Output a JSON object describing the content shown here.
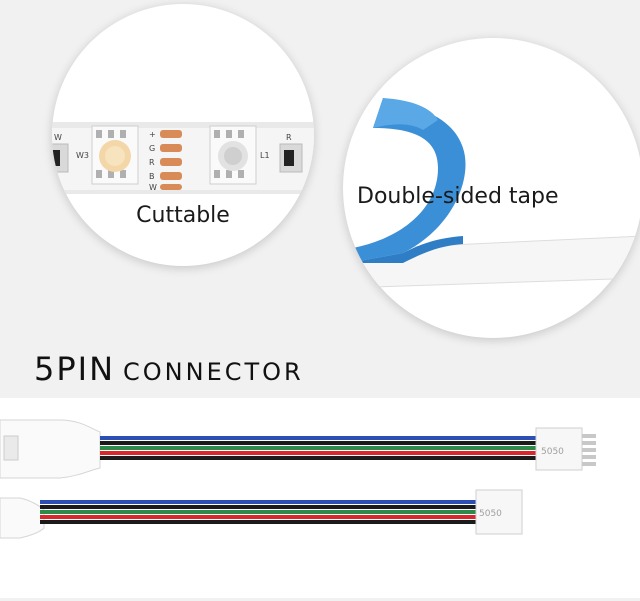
{
  "cuttable": {
    "label": "Cuttable"
  },
  "tape": {
    "label": "Double-sided tape"
  },
  "heading": {
    "main": "5PIN",
    "sub": "CONNECTOR"
  },
  "pcb_markings": {
    "plus": "+",
    "g": "G",
    "r": "R",
    "b": "B",
    "w": "W",
    "w3": "W3",
    "l1": "L1",
    "w_left": "W",
    "r_right": "R"
  },
  "connector_text": "5050",
  "colors": {
    "background": "#f1f1f1",
    "tape_blue": "#3a8fd6",
    "wire_red": "#d8282e",
    "wire_green": "#2c8a4a",
    "wire_blue": "#2c4fb3",
    "wire_black": "#1b1b1b",
    "copper_pad": "#d88b57"
  }
}
